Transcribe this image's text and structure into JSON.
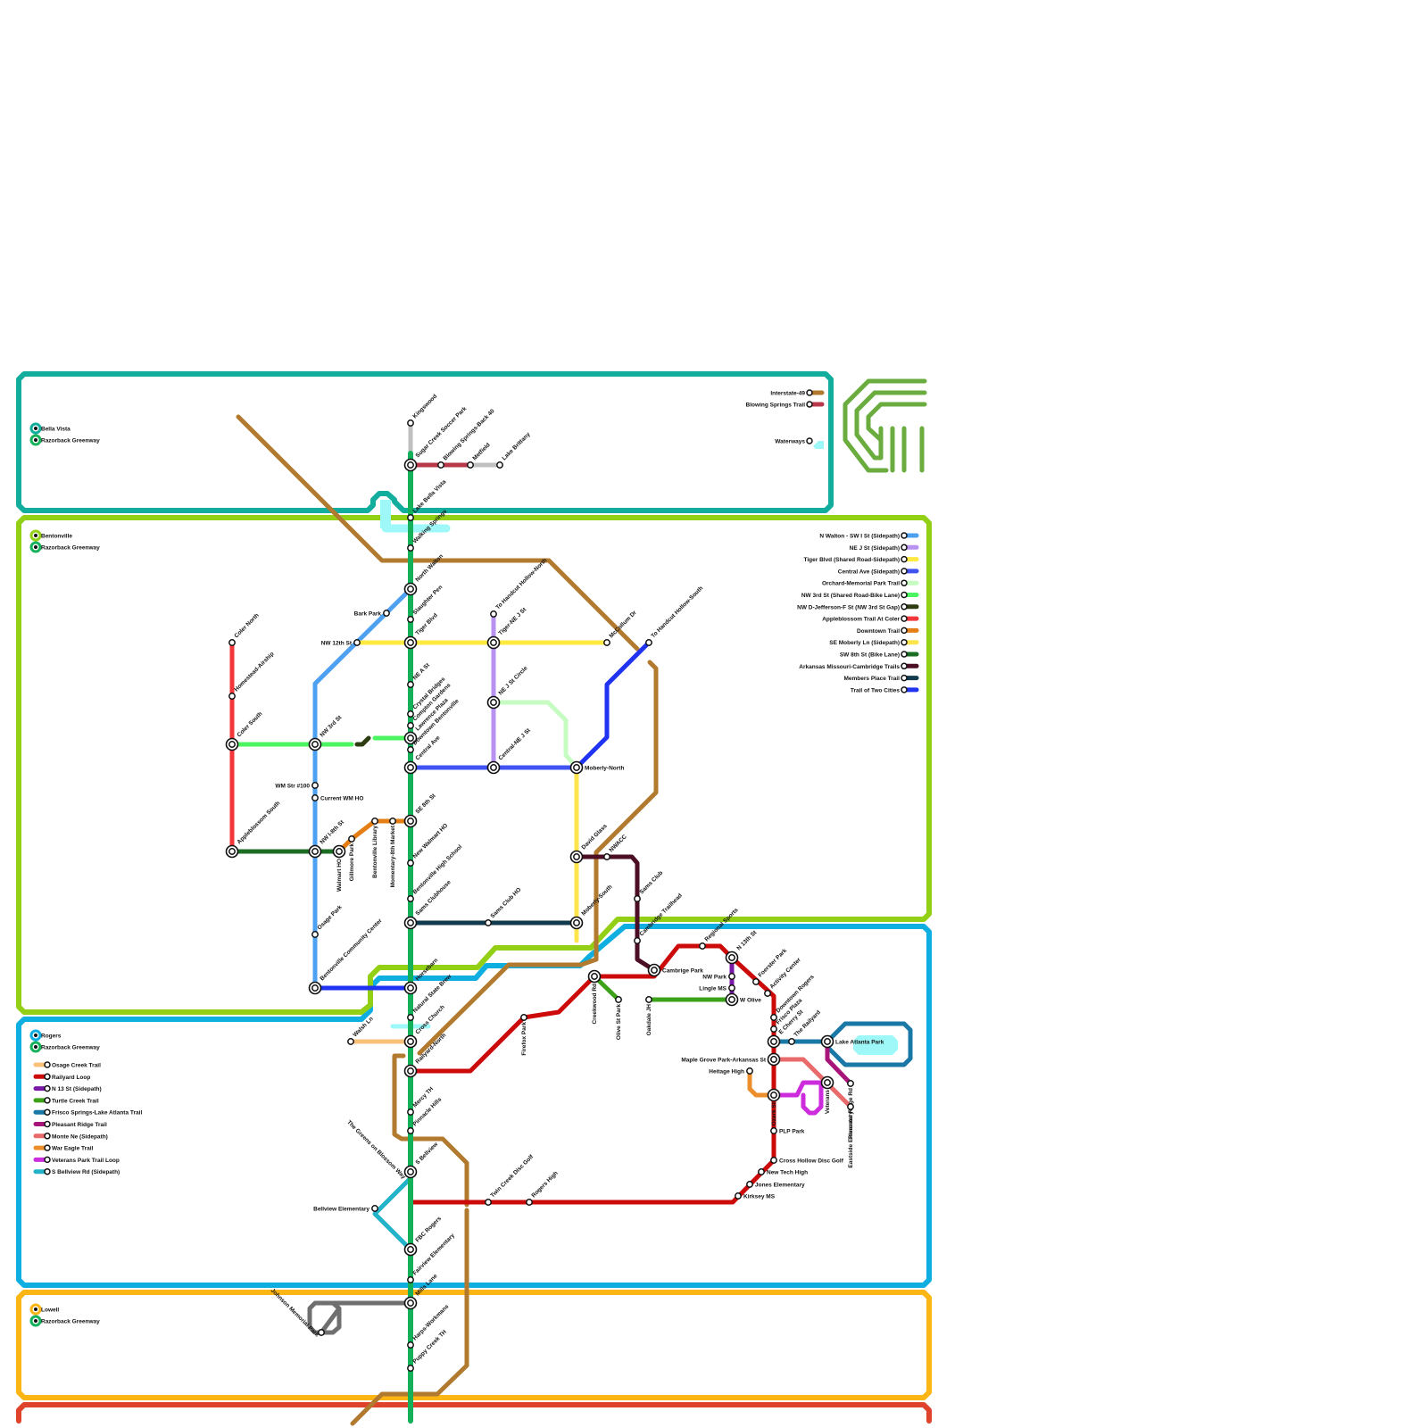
{
  "colors": {
    "bella_vista": "#12ad9c",
    "bentonville": "#93d015",
    "rogers": "#0faee0",
    "lowell": "#fbb515",
    "springdale": "#e0432b",
    "razorback": "#14b05a",
    "interstate": "#b27a2e",
    "blowing_springs": "#b8384a",
    "waterways": "#9ef8f8",
    "walton": "#4ea0f0",
    "nej": "#b792f0",
    "tiger": "#fde940",
    "central": "#4152f2",
    "orchard": "#c6fcc2",
    "nw3rd": "#4bf561",
    "dj": "#2e3d12",
    "appleblossom": "#f2363a",
    "downtown": "#e47e15",
    "moberly": "#ffe54c",
    "sw8th": "#1b6d23",
    "amct": "#4c0e24",
    "members": "#113a4e",
    "twocities": "#2033f2",
    "osage": "#f9c07a",
    "railyard": "#cc0a0a",
    "n13": "#7a19a5",
    "turtle": "#3ba219",
    "frisco": "#1a78a6",
    "pleasant": "#a8157a",
    "montene": "#e86a6a",
    "wareagle": "#ec8e2a",
    "veterans": "#cd2cdd",
    "bellview": "#23b3c9",
    "gray": "#c0c0c0",
    "lowell_loop": "#6f6f6f",
    "logo": "#6aad3e"
  },
  "regions": {
    "bella_vista": "Bella Vista",
    "bentonville": "Bentonville",
    "rogers": "Rogers",
    "lowell": "Lowell",
    "razorback": "Razorback Greenway"
  },
  "legends": {
    "top": [
      {
        "label": "Interstate-49",
        "color": "#b27a2e"
      },
      {
        "label": "Blowing Springs Trail",
        "color": "#b8384a"
      },
      {
        "label": "Waterways",
        "color": "#9ef8f8"
      }
    ],
    "bentonville": [
      {
        "label": "N Walton - SW I St (Sidepath)",
        "color": "#4ea0f0"
      },
      {
        "label": "NE J St (Sidepath)",
        "color": "#b792f0"
      },
      {
        "label": "Tiger Blvd (Shared Road-Sidepath)",
        "color": "#fde940"
      },
      {
        "label": "Central Ave (Sidepath)",
        "color": "#4152f2"
      },
      {
        "label": "Orchard-Memorial Park Trail",
        "color": "#c6fcc2"
      },
      {
        "label": "NW 3rd St (Shared Road-Bike Lane)",
        "color": "#4bf561"
      },
      {
        "label": "NW D-Jefferson-F St (NW 3rd St Gap)",
        "color": "#2e3d12"
      },
      {
        "label": "Appleblossom Trail At Coler",
        "color": "#f2363a"
      },
      {
        "label": "Downtown Trail",
        "color": "#e47e15"
      },
      {
        "label": "SE Moberly Ln (Sidepath)",
        "color": "#ffe54c"
      },
      {
        "label": "SW 8th St (Bike Lane)",
        "color": "#1b6d23"
      },
      {
        "label": "Arkansas Missouri-Cambridge Trails",
        "color": "#4c0e24"
      },
      {
        "label": "Members Place Trail",
        "color": "#113a4e"
      },
      {
        "label": "Trail of Two Cities",
        "color": "#2033f2"
      }
    ],
    "rogers": [
      {
        "label": "Osage Creek Trail",
        "color": "#f9c07a"
      },
      {
        "label": "Railyard Loop",
        "color": "#cc0a0a"
      },
      {
        "label": "N 13 St (Sidepath)",
        "color": "#7a19a5"
      },
      {
        "label": "Turtle Creek Trail",
        "color": "#3ba219"
      },
      {
        "label": "Frisco Springs-Lake Atlanta Trail",
        "color": "#1a78a6"
      },
      {
        "label": "Pleasant Ridge Trail",
        "color": "#a8157a"
      },
      {
        "label": "Monte Ne (Sidepath)",
        "color": "#e86a6a"
      },
      {
        "label": "War Eagle Trail",
        "color": "#ec8e2a"
      },
      {
        "label": "Veterans Park Trail Loop",
        "color": "#cd2cdd"
      },
      {
        "label": "S Bellview Rd (Sidepath)",
        "color": "#23b3c9"
      }
    ]
  },
  "stations": [
    {
      "name": "Kingswood"
    },
    {
      "name": "Sugar Creek Soccer Park"
    },
    {
      "name": "Blowing Springs-Back 40"
    },
    {
      "name": "Metfield"
    },
    {
      "name": "Lake Brittany"
    },
    {
      "name": "Lake Bella Vista"
    },
    {
      "name": "Walking Springs"
    },
    {
      "name": "North Walton"
    },
    {
      "name": "Slaughter Pen"
    },
    {
      "name": "Bark Park"
    },
    {
      "name": "Tiger Blvd"
    },
    {
      "name": "NW 12th St"
    },
    {
      "name": "To Handcut Hollow-North"
    },
    {
      "name": "Tiger-NE J St"
    },
    {
      "name": "McCollum Dr"
    },
    {
      "name": "To Handcut Hollow-South"
    },
    {
      "name": "NE A St"
    },
    {
      "name": "Crystal Bridges"
    },
    {
      "name": "Compton Gardens"
    },
    {
      "name": "Lawrence Plaza"
    },
    {
      "name": "Downtown Bentonville"
    },
    {
      "name": "Central Ave"
    },
    {
      "name": "NE J St Circle"
    },
    {
      "name": "Central-NE J St"
    },
    {
      "name": "Moberly-North"
    },
    {
      "name": "Coler North"
    },
    {
      "name": "Homestead-Airship"
    },
    {
      "name": "Coler South"
    },
    {
      "name": "NW 3rd St"
    },
    {
      "name": "WM Str #100"
    },
    {
      "name": "Current WM HO"
    },
    {
      "name": "Appleblossom South"
    },
    {
      "name": "NW I-8th St"
    },
    {
      "name": "Walmart HO"
    },
    {
      "name": "Gillmore Park"
    },
    {
      "name": "Bentonville Library"
    },
    {
      "name": "Momentary-8th Market"
    },
    {
      "name": "SE 8th St"
    },
    {
      "name": "New Walmart HO"
    },
    {
      "name": "Bentonville High School"
    },
    {
      "name": "Sams Clubhouse"
    },
    {
      "name": "Sams Club HO"
    },
    {
      "name": "David Glass"
    },
    {
      "name": "NWACC"
    },
    {
      "name": "Sams Club"
    },
    {
      "name": "Moberly-South"
    },
    {
      "name": "Osage Park"
    },
    {
      "name": "Cambridge Trailhead"
    },
    {
      "name": "Bentonville Community Center"
    },
    {
      "name": "Horsebarn"
    },
    {
      "name": "Natural State Brew"
    },
    {
      "name": "Regional Sports"
    },
    {
      "name": "Cambrige Park"
    },
    {
      "name": "N 13th St"
    },
    {
      "name": "NW Park"
    },
    {
      "name": "Lingle MS"
    },
    {
      "name": "W Olive"
    },
    {
      "name": "Creekwood Rd"
    },
    {
      "name": "Olive St Park"
    },
    {
      "name": "Oakdale JH"
    },
    {
      "name": "Foerster Park"
    },
    {
      "name": "Activity Center"
    },
    {
      "name": "Downtown Rogers"
    },
    {
      "name": "Frisco Plaza"
    },
    {
      "name": "E Cherry St"
    },
    {
      "name": "The Railyard"
    },
    {
      "name": "Lake Atlanta Park"
    },
    {
      "name": "Walsh Ln"
    },
    {
      "name": "Cross Church"
    },
    {
      "name": "Firefox Park"
    },
    {
      "name": "Railyard-North"
    },
    {
      "name": "Maple Grove Park-Arkansas St"
    },
    {
      "name": "Heitage High"
    },
    {
      "name": "Ozark St"
    },
    {
      "name": "Veterans"
    },
    {
      "name": "Pleasant Ridge Rd"
    },
    {
      "name": "Eastside Elementary"
    },
    {
      "name": "Mercy TH"
    },
    {
      "name": "Pinnacle Hills"
    },
    {
      "name": "PLP Park"
    },
    {
      "name": "Cross Hollow Disc Golf"
    },
    {
      "name": "New Tech High"
    },
    {
      "name": "Jones Elementary"
    },
    {
      "name": "The Greens on Blossom Way"
    },
    {
      "name": "S Bellview"
    },
    {
      "name": "Twin Creek Disc Golf"
    },
    {
      "name": "Rogers High"
    },
    {
      "name": "Kirksey MS"
    },
    {
      "name": "Bellview Elementary"
    },
    {
      "name": "FBC Rogers"
    },
    {
      "name": "Fairview Elementary"
    },
    {
      "name": "Mills Lane"
    },
    {
      "name": "Johnson Memorial Park"
    },
    {
      "name": "Harps-Workmans"
    },
    {
      "name": "Puppy Creek TH"
    }
  ]
}
